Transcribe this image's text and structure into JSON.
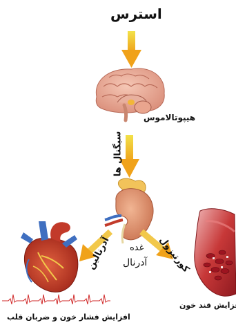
{
  "labels": {
    "stress": "استرس",
    "hypothalamus": "هیپوتالاموس",
    "signals": "سیگنال ها",
    "adrenal_gland_line1": "غده",
    "adrenal_gland_line2": "آدرنال",
    "adrenaline": "آدرنالین",
    "cortisol": "کورتیزول",
    "blood_sugar": "افزایش قند خون",
    "bp_heart": "افزایش فشار خون و ضربان قلب"
  },
  "colors": {
    "arrow_top": "#f2e24a",
    "arrow_bottom": "#f0a21a",
    "brain": "#e8a995",
    "kidney": "#d98a6a",
    "adrenal": "#f2c35a",
    "heart_red": "#c23a2a",
    "vessel_blue": "#3f6fc0",
    "blood_red": "#b3202a",
    "ecg": "#d02a2a"
  },
  "icons": {
    "brain": "brain-illustration",
    "kidney": "kidney-adrenal-illustration",
    "heart": "heart-illustration",
    "vessel": "blood-vessel-illustration",
    "ecg": "ecg-waveform"
  }
}
